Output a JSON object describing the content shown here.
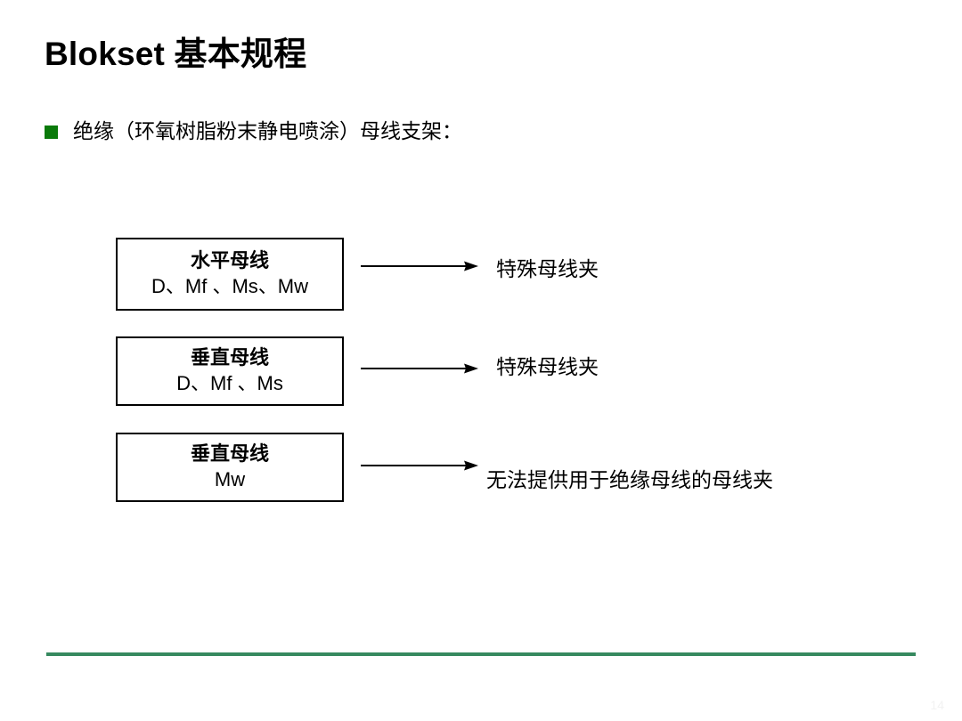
{
  "slide": {
    "title": "Blokset 基本规程",
    "bullet": {
      "marker_icon": "square-bullet-icon",
      "marker_color": "#0a7a0a",
      "text": "绝缘（环氧树脂粉末静电喷涂）母线支架："
    },
    "diagram": {
      "rows": [
        {
          "box_line1": "水平母线",
          "box_line2": "D、Mf 、Ms、Mw",
          "arrow_icon": "arrow-right-icon",
          "label": "特殊母线夹"
        },
        {
          "box_line1": "垂直母线",
          "box_line2": "D、Mf 、Ms",
          "arrow_icon": "arrow-right-icon",
          "label": "特殊母线夹"
        },
        {
          "box_line1": "垂直母线",
          "box_line2": "Mw",
          "arrow_icon": "arrow-right-icon",
          "label": "无法提供用于绝缘母线的母线夹"
        }
      ]
    },
    "footer": {
      "rule_color": "#36895f",
      "page_number": "14"
    }
  }
}
